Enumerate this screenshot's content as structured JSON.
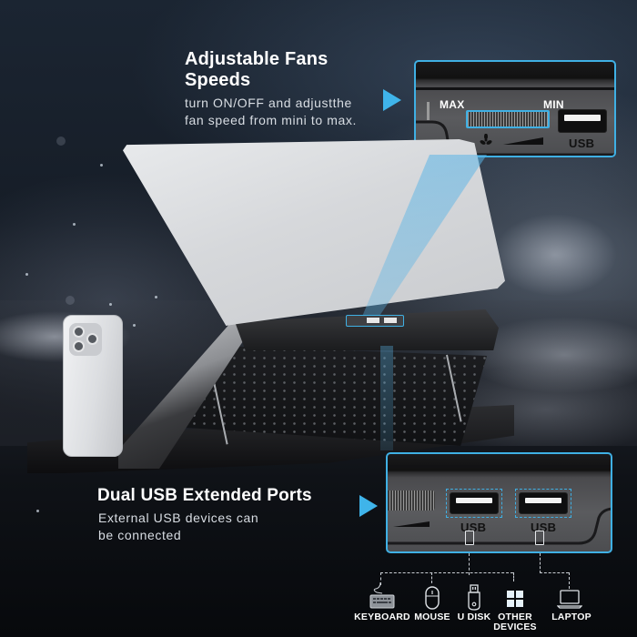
{
  "fan_section": {
    "title_line1": "Adjustable Fans",
    "title_line2": "Speeds",
    "desc_line1": "turn ON/OFF and adjustthe",
    "desc_line2": "fan speed from mini to max.",
    "panel": {
      "max_label": "MAX",
      "min_label": "MIN",
      "usb_label": "USB",
      "fan_icon": "fan-icon",
      "speed_icon": "speed-ramp-icon"
    }
  },
  "usb_section": {
    "title": "Dual USB Extended Ports",
    "desc_line1": "External USB devices can",
    "desc_line2": "be connected",
    "panel": {
      "port1_label": "USB",
      "port2_label": "USB"
    }
  },
  "devices": [
    {
      "label": "KEYBOARD",
      "icon": "keyboard-icon"
    },
    {
      "label": "MOUSE",
      "icon": "mouse-icon"
    },
    {
      "label": "U DISK",
      "icon": "usb-drive-icon"
    },
    {
      "label_line1": "OTHER",
      "label_line2": "DEVICES",
      "icon": "other-devices-icon"
    },
    {
      "label": "LAPTOP",
      "icon": "laptop-icon"
    }
  ],
  "colors": {
    "accent": "#3fb4ea",
    "text": "#ffffff",
    "subtext": "#d8dde3",
    "background": "#161d27"
  }
}
